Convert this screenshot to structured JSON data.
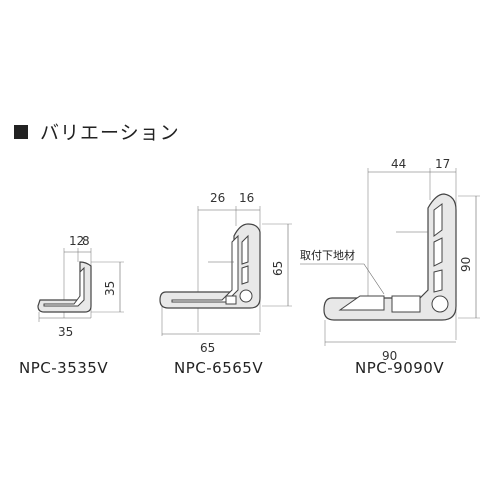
{
  "heading": "バリエーション",
  "products": [
    {
      "model": "NPC-3535V",
      "dims": {
        "inner_top": "12",
        "outer_top": "8",
        "height": "35",
        "width": "35"
      }
    },
    {
      "model": "NPC-6565V",
      "dims": {
        "inner_top": "26",
        "outer_top": "16",
        "height": "65",
        "width": "65"
      }
    },
    {
      "model": "NPC-9090V",
      "dims": {
        "inner_top": "44",
        "outer_top": "17",
        "height": "90",
        "width": "90"
      },
      "note": "取付下地材"
    }
  ]
}
